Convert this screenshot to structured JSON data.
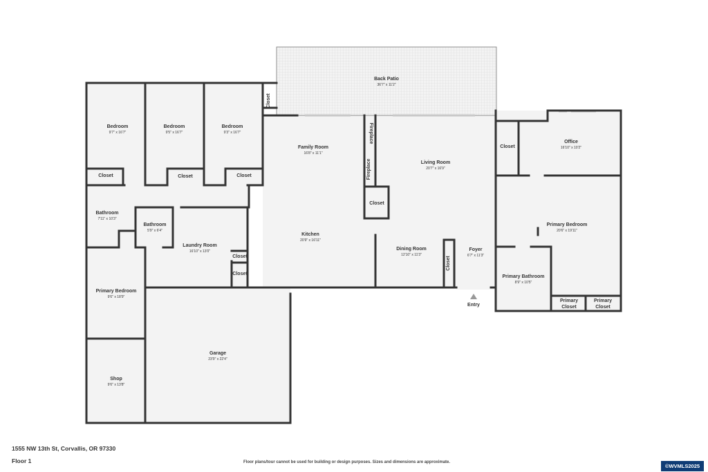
{
  "plan": {
    "address": "1555 NW 13th St, Corvallis, OR 97330",
    "floor_label": "Floor 1",
    "disclaimer": "Floor plans/tour cannot be used for building or design purposes. Sizes and dimensions are approximate.",
    "watermark": "©WVMLS2025",
    "entry_label": "Entry"
  },
  "colors": {
    "wall": "#333333",
    "floor": "#f3f3f3",
    "patio_grid": "#d6d6d6",
    "window": "#cfcfcf",
    "badge": "#0f3c75"
  },
  "rooms": {
    "back_patio": {
      "name": "Back Patio",
      "dim": "36'7\" x 11'2\""
    },
    "bedroom_1": {
      "name": "Bedroom",
      "dim": "9'7\" x 16'7\""
    },
    "bedroom_2": {
      "name": "Bedroom",
      "dim": "9'5\" x 16'7\""
    },
    "bedroom_3": {
      "name": "Bedroom",
      "dim": "9'3\" x 16'7\""
    },
    "closet_b1": {
      "name": "Closet"
    },
    "closet_b2": {
      "name": "Closet"
    },
    "closet_b3": {
      "name": "Closet"
    },
    "closet_patio": {
      "name": "Closet"
    },
    "family_room": {
      "name": "Family Room",
      "dim": "16'8\" x 11'1\""
    },
    "fireplace_1": {
      "name": "Fireplace"
    },
    "fireplace_2": {
      "name": "Fireplace"
    },
    "living_room": {
      "name": "Living Room",
      "dim": "20'7\" x 16'9\""
    },
    "closet_living": {
      "name": "Closet"
    },
    "closet_office": {
      "name": "Closet"
    },
    "office": {
      "name": "Office",
      "dim": "16'10\" x 10'2\""
    },
    "bathroom_1": {
      "name": "Bathroom",
      "dim": "7'11\" x 10'3\""
    },
    "bathroom_2": {
      "name": "Bathroom",
      "dim": "5'9\" x 6'4\""
    },
    "laundry_room": {
      "name": "Laundry Room",
      "dim": "16'10\" x 13'0\""
    },
    "closet_laundry_1": {
      "name": "Closet"
    },
    "closet_laundry_2": {
      "name": "Closet"
    },
    "kitchen": {
      "name": "Kitchen",
      "dim": "20'9\" x 16'11\""
    },
    "dining_room": {
      "name": "Dining Room",
      "dim": "12'10\" x 11'3\""
    },
    "closet_foyer": {
      "name": "Closet"
    },
    "foyer": {
      "name": "Foyer",
      "dim": "6'7\" x 11'3\""
    },
    "primary_bedroom_east": {
      "name": "Primary Bedroom",
      "dim": "20'6\" x 19'11\""
    },
    "primary_bathroom": {
      "name": "Primary Bathroom",
      "dim": "8'9\" x 10'5\""
    },
    "primary_closet_1": {
      "name_line1": "Primary",
      "name_line2": "Closet"
    },
    "primary_closet_2": {
      "name_line1": "Primary",
      "name_line2": "Closet"
    },
    "primary_bedroom_west": {
      "name": "Primary Bedroom",
      "dim": "9'6\" x 18'9\""
    },
    "garage": {
      "name": "Garage",
      "dim": "23'9\" x 22'4\""
    },
    "shop": {
      "name": "Shop",
      "dim": "9'6\" x 13'8\""
    }
  }
}
